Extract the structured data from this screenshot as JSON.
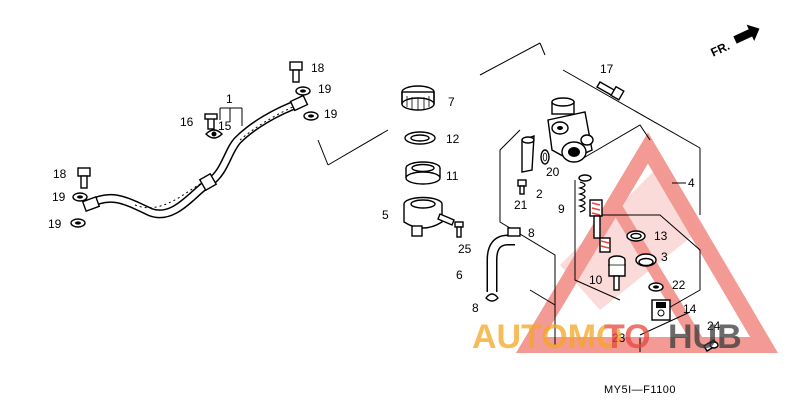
{
  "diagram": {
    "code": "MY5I—F1100",
    "direction_label": "FR.",
    "callouts": [
      "1",
      "2",
      "3",
      "4",
      "5",
      "6",
      "7",
      "8",
      "8",
      "9",
      "10",
      "11",
      "12",
      "13",
      "14",
      "15",
      "16",
      "17",
      "18",
      "18",
      "19",
      "19",
      "19",
      "19",
      "20",
      "21",
      "22",
      "23",
      "24",
      "25"
    ]
  },
  "watermark": {
    "text_auto": "AUTOMO",
    "text_mid": "TO",
    "text_hub": "HUB",
    "colors": {
      "triangle": "#e8483c",
      "auto": "#f5a623",
      "hub": "#3a3a3a"
    }
  }
}
